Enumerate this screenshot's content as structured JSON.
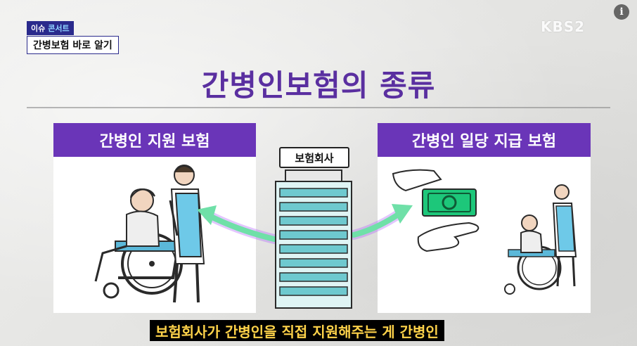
{
  "badge": {
    "series_part1": "이슈",
    "series_part2": "콘서트",
    "program_title": "간병보험 바로 알기"
  },
  "broadcaster": {
    "logo": "KBS2"
  },
  "info_icon": "info-icon",
  "main_title": "간병인보험의 종류",
  "left_panel": {
    "header": "간병인 지원 보험"
  },
  "right_panel": {
    "header": "간병인 일당 지급 보험"
  },
  "center": {
    "label": "보험회사"
  },
  "subtitle": "보험회사가 간병인을 직접 지원해주는 게 간병인",
  "colors": {
    "purple_header": "#6a35b8",
    "title_purple": "#5a2fa0",
    "arrow_green": "#6fe0a8",
    "building_teal": "#6ec9cf",
    "money_green": "#1dc77a",
    "subtitle_yellow": "#ffd34a"
  }
}
